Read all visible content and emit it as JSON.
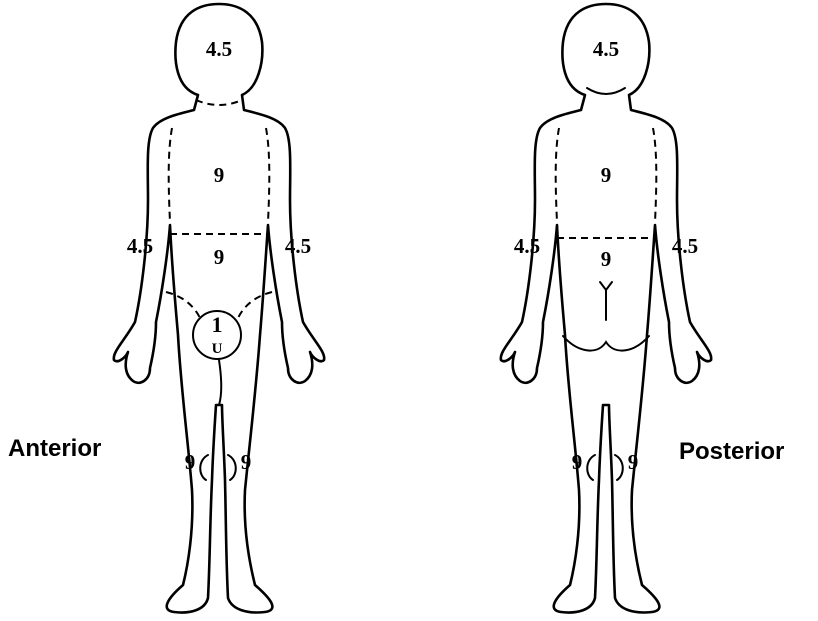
{
  "views": {
    "anterior": {
      "label": "Anterior",
      "head": "4.5",
      "upper_trunk": "9",
      "lower_trunk": "9",
      "left_arm": "4.5",
      "right_arm": "4.5",
      "genitalia": "1",
      "genitalia_symbol": "U",
      "left_leg": "9",
      "right_leg": "9"
    },
    "posterior": {
      "label": "Posterior",
      "head": "4.5",
      "upper_trunk": "9",
      "lower_trunk": "9",
      "left_arm": "4.5",
      "right_arm": "4.5",
      "left_leg": "9",
      "right_leg": "9"
    }
  }
}
